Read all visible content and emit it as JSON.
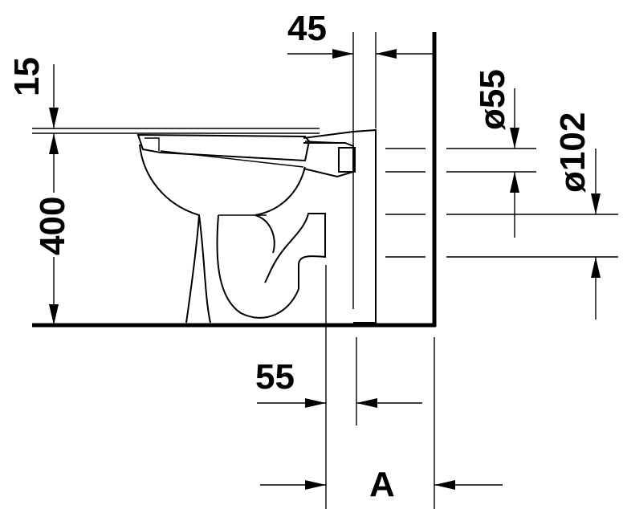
{
  "dimensions": {
    "wall_offset": "45",
    "rim_thickness": "15",
    "height": "400",
    "outlet_diameter": "ø55",
    "inlet_diameter": "ø102",
    "floor_offset": "55",
    "distance_label": "A"
  }
}
